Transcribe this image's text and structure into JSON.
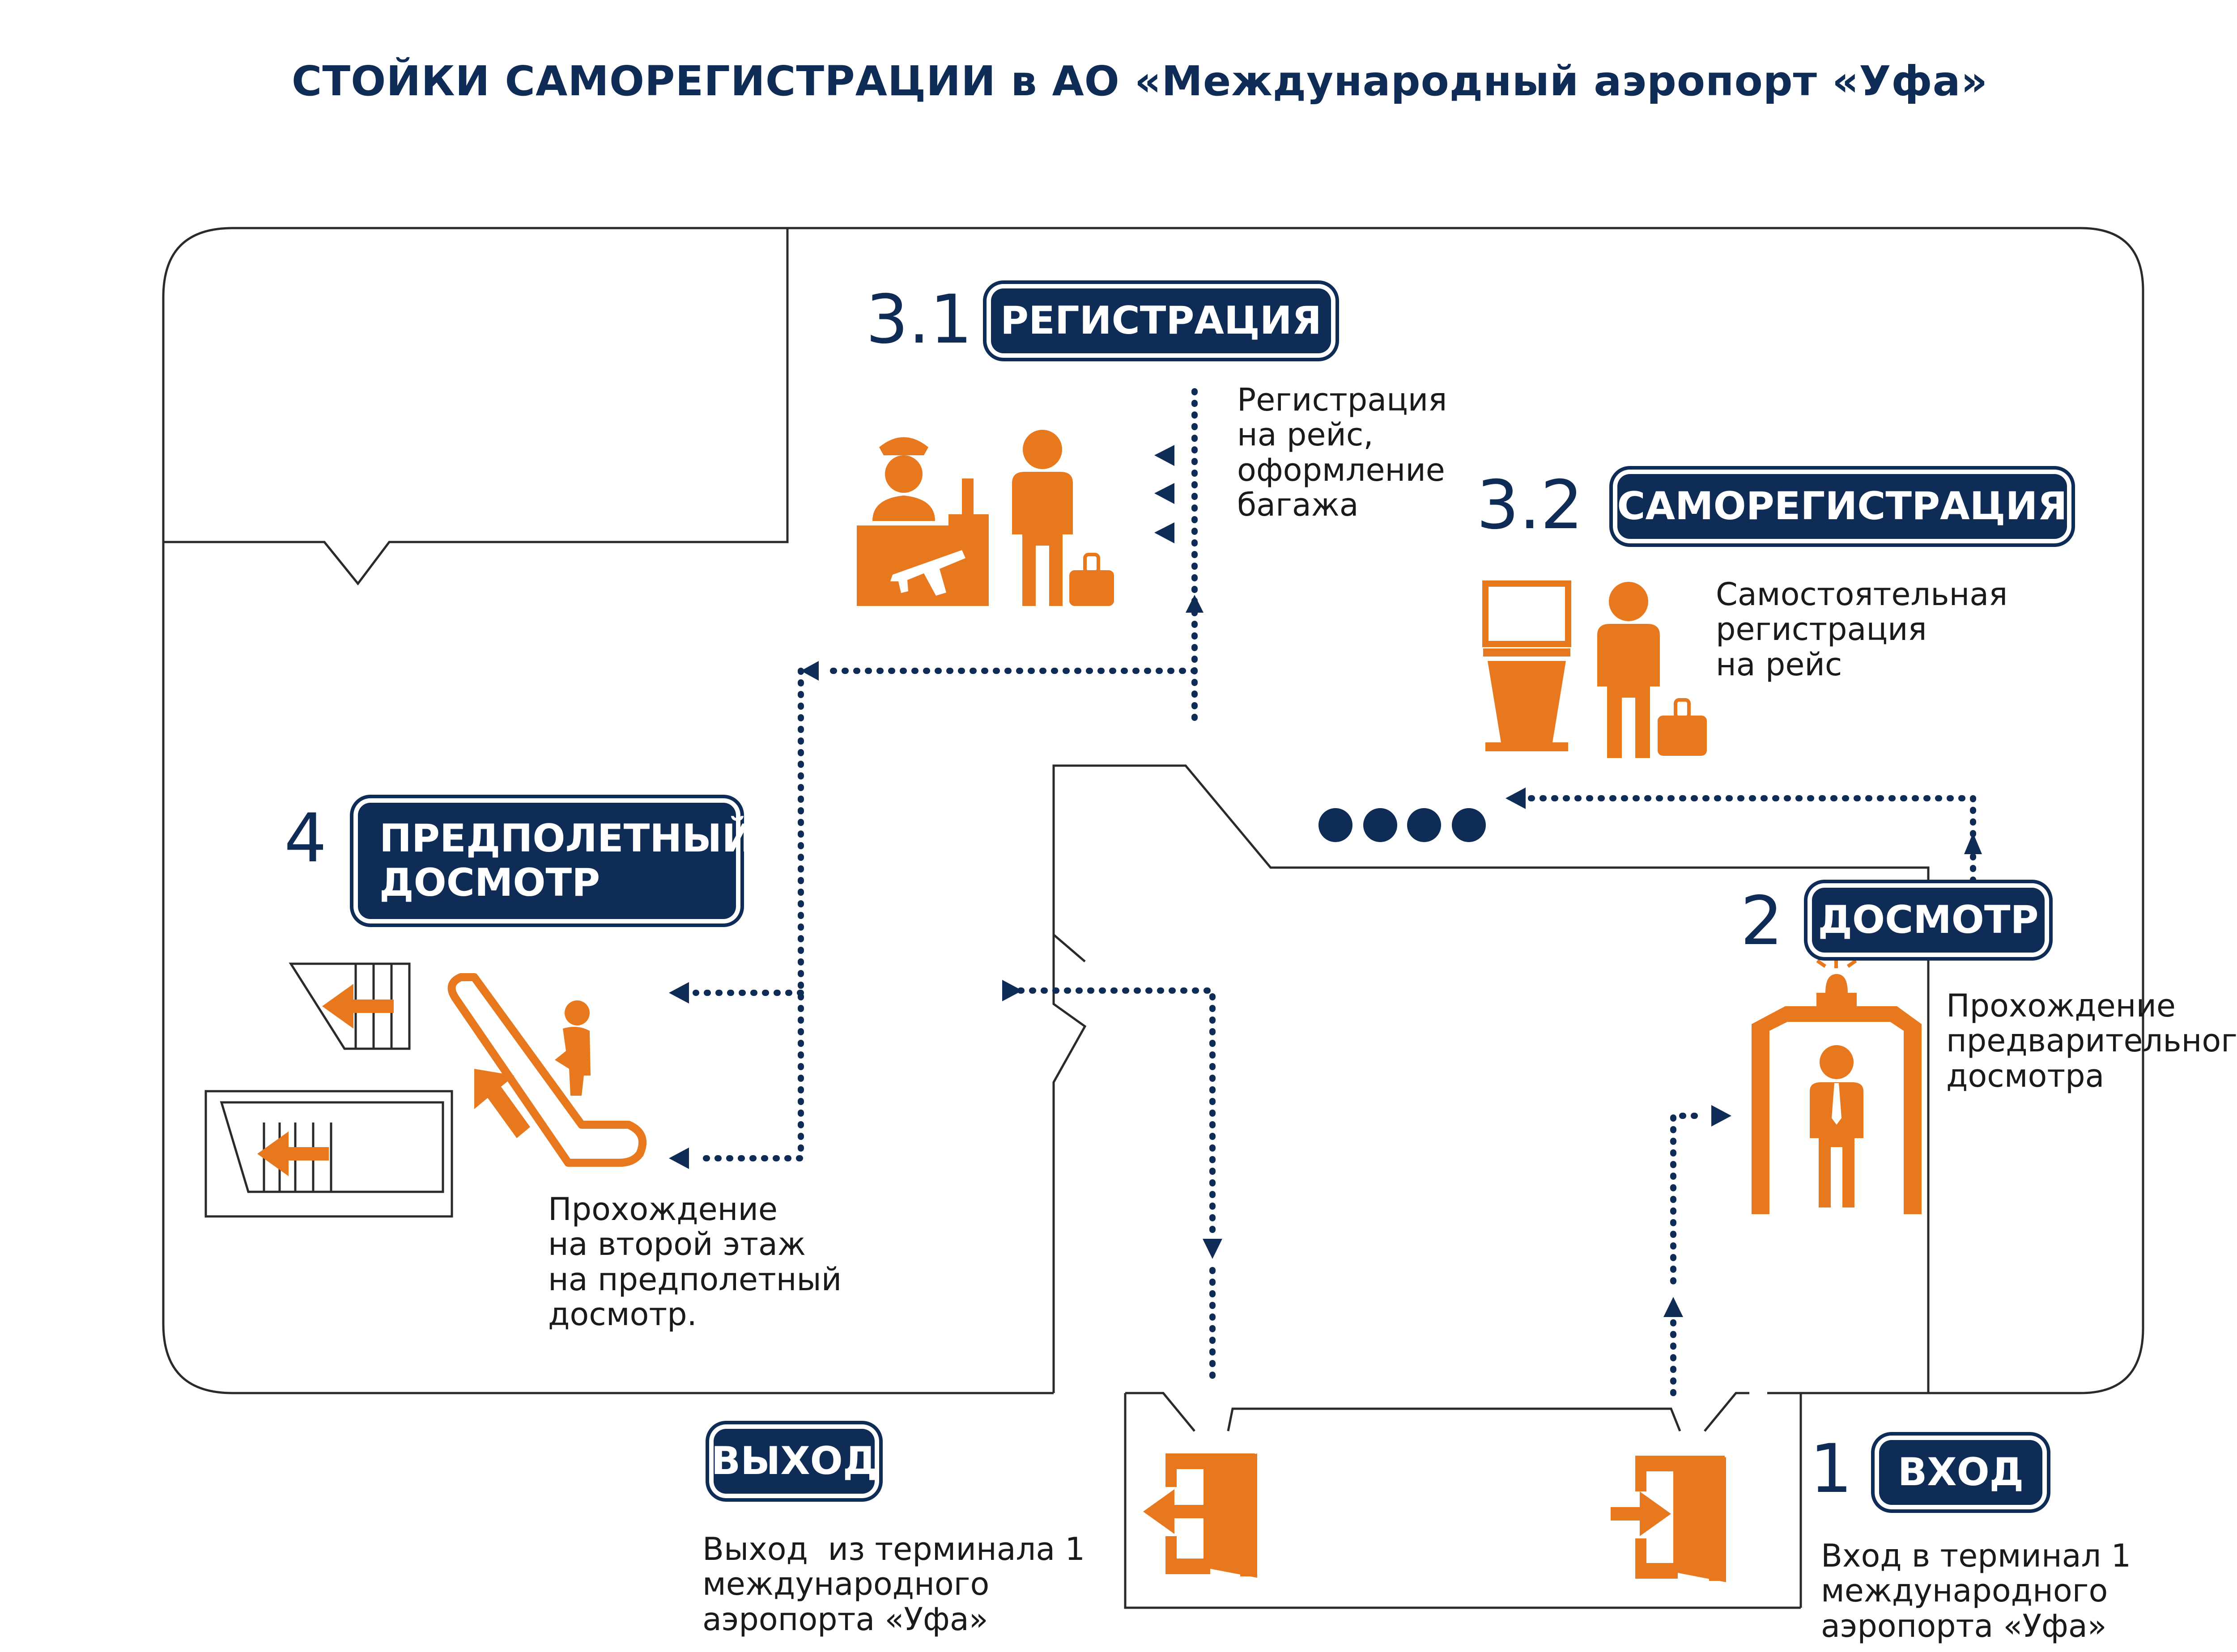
{
  "title": "СТОЙКИ САМОРЕГИСТРАЦИИ в  АО «Международный аэропорт «Уфа»",
  "steps": {
    "checkin": {
      "number": "3.1",
      "label": "РЕГИСТРАЦИЯ",
      "note": "Регистрация\nна рейс,\nоформление\nбагажа"
    },
    "selfcheckin": {
      "number": "3.2",
      "label": "САМОРЕГИСТРАЦИЯ",
      "note": "Самостоятельная\nрегистрация\nна рейс"
    },
    "preflight": {
      "number": "4",
      "label": "ПРЕДПОЛЕТНЫЙ\nДОСМОТР",
      "note": "Прохождение\nна второй этаж\nна предполетный\nдосмотр."
    },
    "screening": {
      "number": "2",
      "label": "ДОСМОТР",
      "note": "Прохождение\nпредварительного\nдосмотра"
    },
    "exit": {
      "label": "ВЫХОД",
      "note": "Выход  из терминала 1\nмеждународного\nаэропорта «Уфа»"
    },
    "entrance": {
      "number": "1",
      "label": "ВХОД",
      "note": "Вход в терминал 1\nмеждународного\nаэропорта «Уфа»"
    }
  },
  "colors": {
    "navy": "#0e2c56",
    "orange": "#e8781d",
    "line": "#2a2a2a"
  },
  "icons": [
    "checkin-desk-icon",
    "self-checkin-kiosk-icon",
    "metal-detector-icon",
    "escalator-icon",
    "exit-door-icon",
    "entrance-door-icon"
  ]
}
